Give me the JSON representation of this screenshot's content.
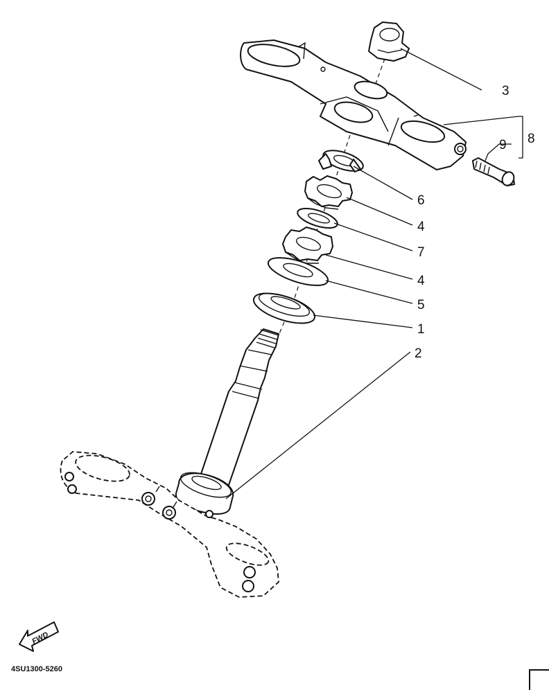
{
  "callouts": [
    {
      "id": "c3",
      "label": "3"
    },
    {
      "id": "c8",
      "label": "8"
    },
    {
      "id": "c9",
      "label": "9"
    },
    {
      "id": "c6",
      "label": "6"
    },
    {
      "id": "c4a",
      "label": "4"
    },
    {
      "id": "c7",
      "label": "7"
    },
    {
      "id": "c4b",
      "label": "4"
    },
    {
      "id": "c5",
      "label": "5"
    },
    {
      "id": "c1",
      "label": "1"
    },
    {
      "id": "c2",
      "label": "2"
    }
  ],
  "fwd_label": "FWD",
  "part_code": "4SU1300-5260"
}
